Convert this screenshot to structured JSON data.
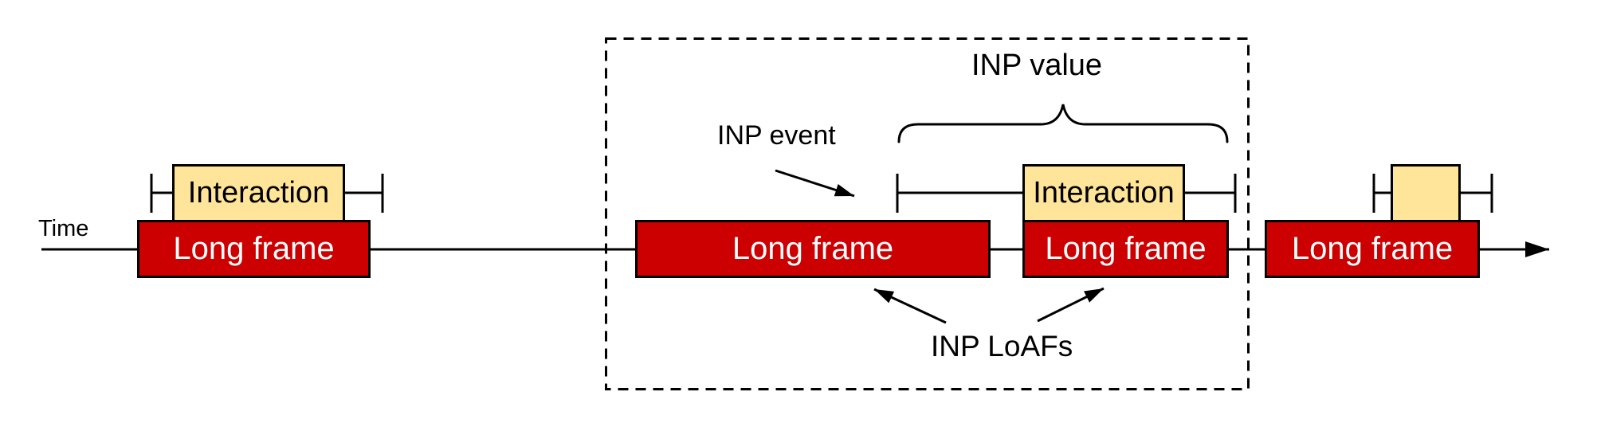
{
  "diagram": {
    "time_label": "Time",
    "annotations": {
      "inp_event": "INP event",
      "inp_value": "INP value",
      "inp_loafs": "INP LoAFs"
    },
    "frames": [
      {
        "label": "Long frame",
        "interaction_label": "Interaction",
        "inside_inp_group": false
      },
      {
        "label": "Long frame",
        "interaction_label": null,
        "inside_inp_group": true
      },
      {
        "label": "Long frame",
        "interaction_label": "Interaction",
        "inside_inp_group": true
      },
      {
        "label": "Long frame",
        "interaction_label": "",
        "inside_inp_group": false
      }
    ],
    "colors": {
      "long_frame_fill": "#CC0000",
      "interaction_fill": "#FFE599",
      "stroke": "#000000",
      "background": "#FFFFFF"
    }
  }
}
